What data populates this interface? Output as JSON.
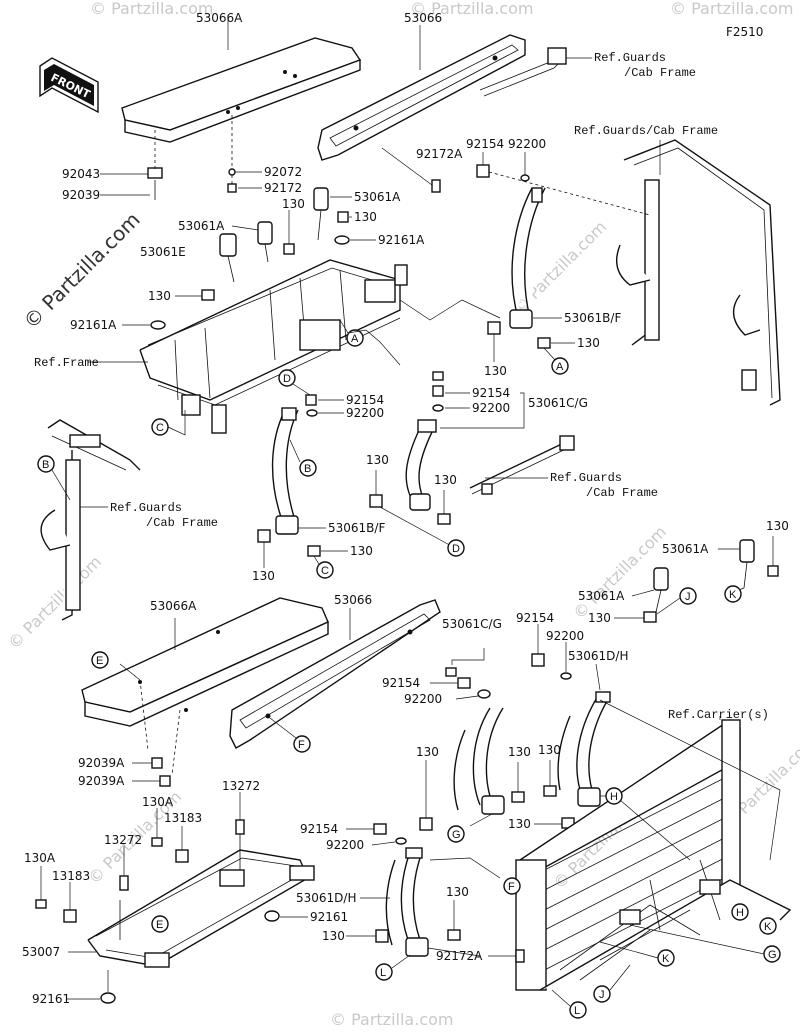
{
  "figure_id": "F2510",
  "front_label": "FRONT",
  "watermark": "© Partzilla.com",
  "watermark_small": "© Partzilla.com",
  "labels": {
    "p53066A_top": "53066A",
    "p53066_top": "53066",
    "ref_guards_cab_1a": "Ref.Guards",
    "ref_guards_cab_1b": "/Cab Frame",
    "ref_guards_cab_2": "Ref.Guards/Cab Frame",
    "p92154_a": "92154",
    "p92200_a": "92200",
    "p92172A_a": "92172A",
    "p92043": "92043",
    "p92039": "92039",
    "p92072": "92072",
    "p92172": "92172",
    "p53061A_a": "53061A",
    "p130_a": "130",
    "p53061A_b": "53061A",
    "p130_b": "130",
    "p53061E": "53061E",
    "p92161A_a": "92161A",
    "p130_c": "130",
    "p92161A_b": "92161A",
    "ref_frame": "Ref.Frame",
    "p53061BF_a": "53061B/F",
    "p130_d": "130",
    "p130_e": "130",
    "p92154_b": "92154",
    "p92200_b": "92200",
    "p92154_c": "92154",
    "p92200_c": "92200",
    "p53061CG_a": "53061C/G",
    "ref_guards_cab_3a": "Ref.Guards",
    "ref_guards_cab_3b": "/Cab Frame",
    "ref_guards_cab_4a": "Ref.Guards",
    "ref_guards_cab_4b": "/Cab Frame",
    "p130_f": "130",
    "p130_g": "130",
    "p53061BF_b": "53061B/F",
    "p130_h": "130",
    "p130_i": "130",
    "p53061A_c": "53061A",
    "p130_j": "130",
    "p53061A_d": "53061A",
    "p130_k": "130",
    "p53066A_bot": "53066A",
    "p53066_bot": "53066",
    "p53061CG_b": "53061C/G",
    "p92154_d": "92154",
    "p92200_d": "92200",
    "p53061DH_a": "53061D/H",
    "p92154_e": "92154",
    "p92200_e": "92200",
    "ref_carrier": "Ref.Carrier(s)",
    "p92039A_a": "92039A",
    "p92039A_b": "92039A",
    "p130A_a": "130A",
    "p13272_a": "13272",
    "p13183_a": "13183",
    "p13272_b": "13272",
    "p130A_b": "130A",
    "p13183_b": "13183",
    "p53007": "53007",
    "p92161_a": "92161",
    "p92161_b": "92161",
    "p130_l": "130",
    "p130_m": "130",
    "p130_n": "130",
    "p130_o": "130",
    "p92154_f": "92154",
    "p92200_f": "92200",
    "p53061DH_b": "53061D/H",
    "p130_p": "130",
    "p130_q": "130",
    "p92172A_b": "92172A"
  },
  "callouts": {
    "A1": "A",
    "A2": "A",
    "B1": "B",
    "B2": "B",
    "C1": "C",
    "C2": "C",
    "D1": "D",
    "D2": "D",
    "E1": "E",
    "E2": "E",
    "F1": "F",
    "F2": "F",
    "G1": "G",
    "G2": "G",
    "H1": "H",
    "H2": "H",
    "J1": "J",
    "J2": "J",
    "K1": "K",
    "K2": "K",
    "K3": "K",
    "L1": "L",
    "L2": "L"
  }
}
